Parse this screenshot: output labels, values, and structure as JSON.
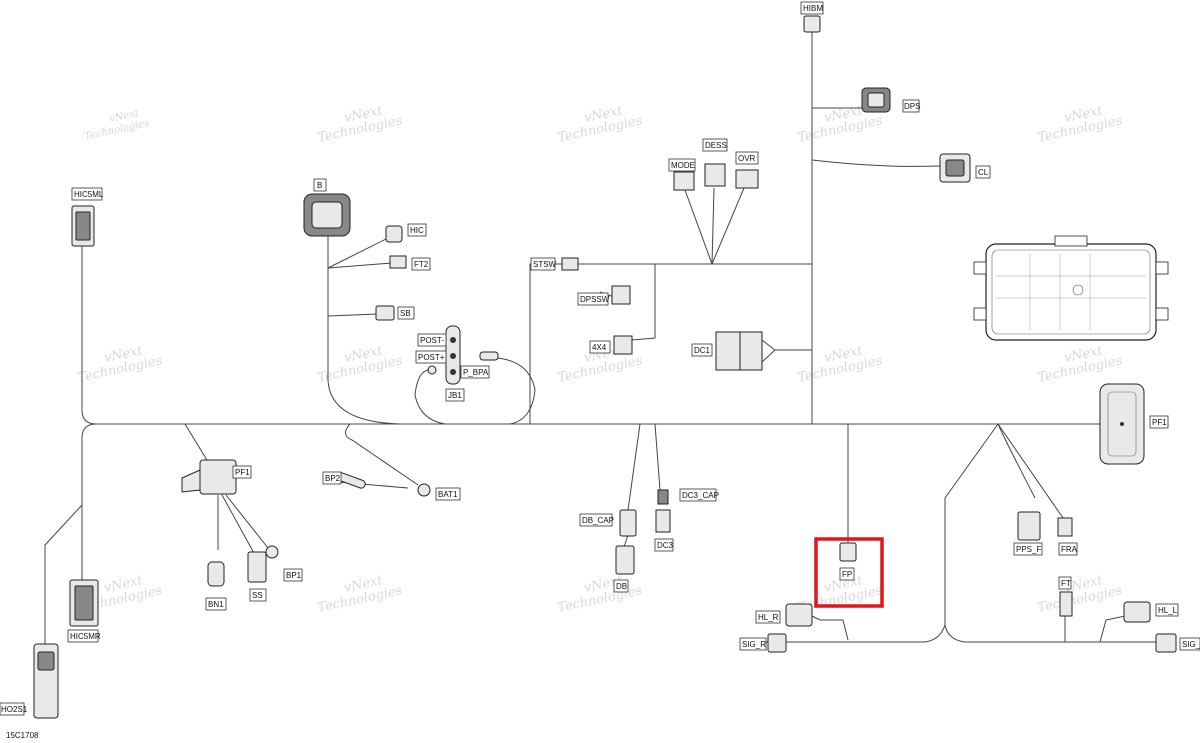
{
  "figure_code": "15C1708",
  "watermark": {
    "line1": "vNext",
    "line2": "Technologies"
  },
  "highlight_color": "#e0161b",
  "connectors": {
    "HIBM": "HIBM",
    "DPS": "DPS",
    "CL": "CL",
    "MODE": "MODE",
    "DESS": "DESS",
    "OVR": "OVR",
    "HIC5ML": "HIC5ML",
    "B": "B",
    "HIC": "HIC",
    "FT2": "FT2",
    "SB": "SB",
    "STSW": "STSW",
    "DPSSW": "DPSSW",
    "X4": "4X4",
    "DC1": "DC1",
    "POSTM": "POST-",
    "POSTP": "POST+",
    "PBPA": "P_BPA",
    "JB1": "JB1",
    "PF1_right": "PF1",
    "PF1_left": "PF1",
    "BP2": "BP2",
    "BAT1": "BAT1",
    "DC3_CAP": "DC3_CAP",
    "DB_CAP": "DB_CAP",
    "DC3": "DC3",
    "DB": "DB",
    "PPS_F": "PPS_F",
    "FRA": "FRA",
    "FP": "FP",
    "HL_R": "HL_R",
    "SIG_R": "SIG_R",
    "FT": "FT",
    "HL_L": "HL_L",
    "SIG_L": "SIG_L",
    "BN1": "BN1",
    "SS": "SS",
    "BP1": "BP1",
    "HIC5MR": "HIC5MR",
    "HO2S1": "HO2S1"
  }
}
